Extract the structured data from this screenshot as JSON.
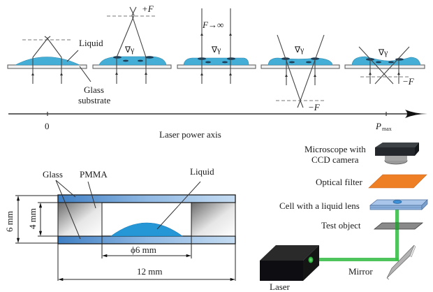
{
  "figure": {
    "top_panel": {
      "labels": {
        "liquid": "Liquid",
        "glass_substrate_line1": "Glass",
        "glass_substrate_line2": "substrate",
        "plus_f": "+F",
        "f_infinity": "F→∞",
        "minus_f_1": "−F",
        "minus_f_2": "−F",
        "grad_gamma": "∇γ"
      },
      "axis": {
        "title": "Laser power axis",
        "start_label": "0",
        "end_label_main": "P",
        "end_label_sub": "max"
      },
      "stages": [
        {
          "id": "stage-1",
          "focus": "positive-short"
        },
        {
          "id": "stage-2",
          "focus": "+F"
        },
        {
          "id": "stage-3",
          "focus": "F→∞"
        },
        {
          "id": "stage-4",
          "focus": "−F"
        },
        {
          "id": "stage-5",
          "focus": "−F"
        }
      ]
    },
    "cell_panel": {
      "labels": {
        "glass": "Glass",
        "pmma": "PMMA",
        "liquid": "Liquid",
        "dim_outer_height": "6 mm",
        "dim_inner_height": "4 mm",
        "dim_diameter": "ϕ6 mm",
        "dim_width": "12 mm"
      }
    },
    "setup_panel": {
      "labels": {
        "microscope_line1": "Microscope with",
        "microscope_line2": "CCD camera",
        "optical_filter": "Optical filter",
        "cell": "Cell with a liquid lens",
        "test_object": "Test object",
        "laser": "Laser",
        "mirror": "Mirror"
      }
    },
    "colors": {
      "liquid": "#45aed6",
      "glass": "#5b93cf",
      "filter": "#ee7f24",
      "laser_beam": "#3bbf4a",
      "body_dark": "#1c1c1c"
    }
  }
}
